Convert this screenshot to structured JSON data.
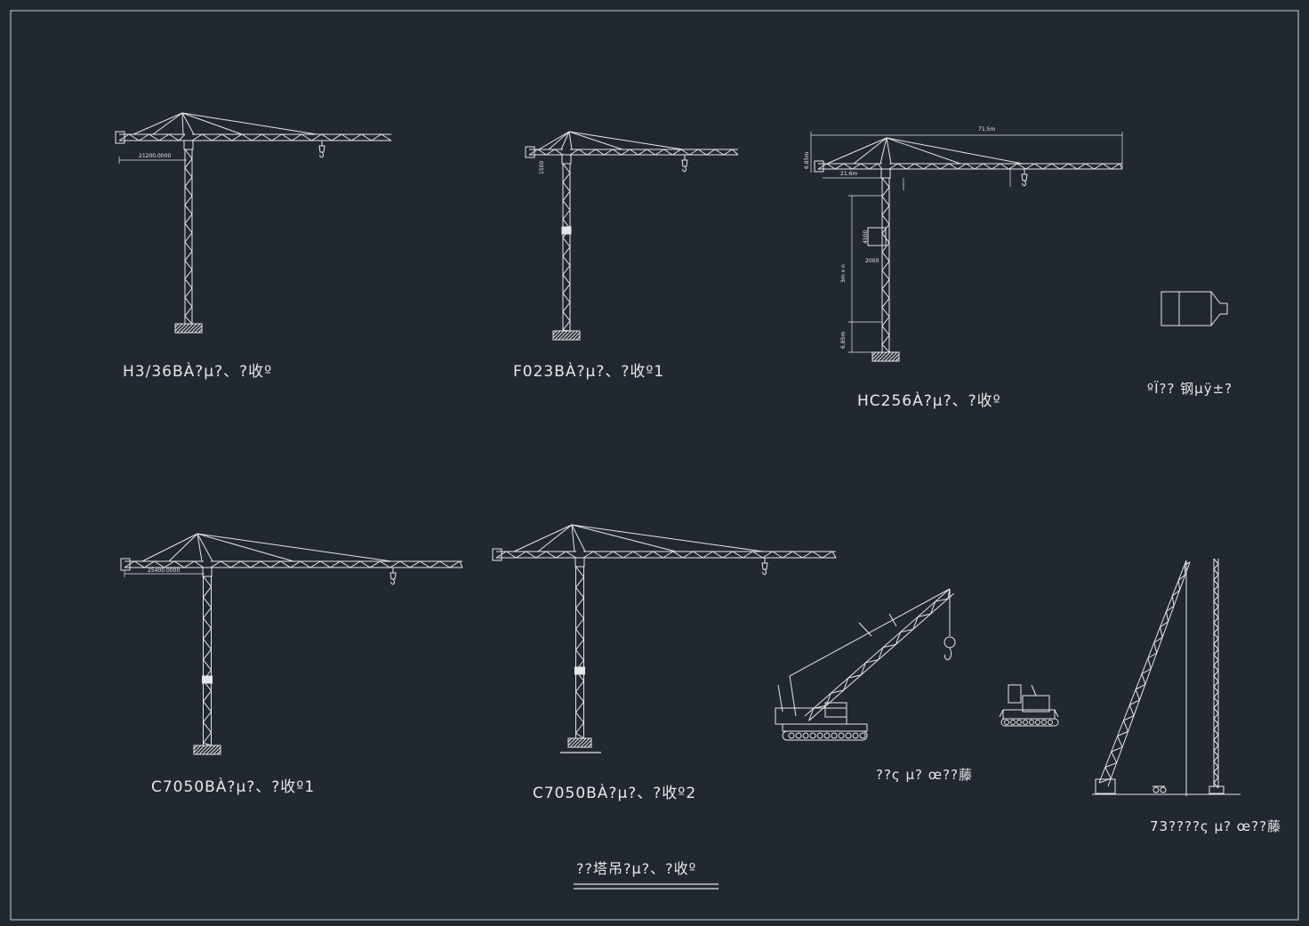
{
  "drawing": {
    "sheet_title": "??塔吊?μ?、?收º"
  },
  "items": [
    {
      "key": "h3",
      "label": "H3/36BÀ?μ?、?收º",
      "dims": [
        "21200.0000"
      ]
    },
    {
      "key": "f023",
      "label": "F023BÀ?μ?、?收º1",
      "dims": [
        "1500"
      ]
    },
    {
      "key": "hc256",
      "label": "HC256À?μ?、?收º",
      "dims": [
        "71.5m",
        "21.6m",
        "4500",
        "2000",
        "3m x n",
        "6.85m",
        "6.85m"
      ]
    },
    {
      "key": "block",
      "label": "ºÏ?? 钢μÿ±?"
    },
    {
      "key": "c7050a",
      "label": "C7050BÀ?μ?、?收º1",
      "dims": [
        "25400.0000"
      ]
    },
    {
      "key": "c7050b",
      "label": "C7050BÀ?μ?、?收º2"
    },
    {
      "key": "crawler",
      "label": "??ς μ? œ??藤"
    },
    {
      "key": "tall",
      "label": "73????ς μ? œ??藤"
    }
  ]
}
